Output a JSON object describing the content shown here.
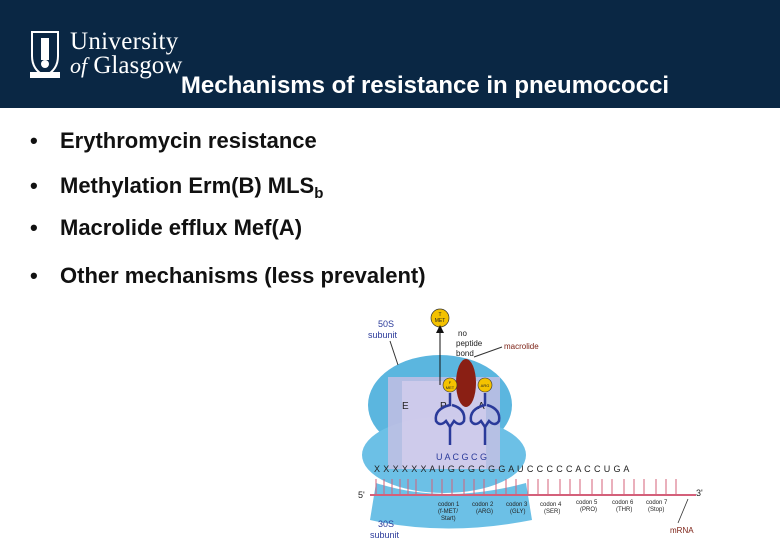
{
  "header": {
    "logo_line1": "University",
    "logo_of": "of",
    "logo_line2": "Glasgow",
    "title": "Mechanisms of resistance in pneumococci",
    "background_color": "#0a2744"
  },
  "bullets": [
    {
      "text": "Erythromycin resistance"
    },
    {
      "text": "Methylation Erm(B) MLS",
      "subscript": "b"
    },
    {
      "text": "Macrolide efflux Mef(A)"
    },
    {
      "text": "Other mechanisms (less prevalent)"
    }
  ],
  "bullet_symbol": "•",
  "diagram": {
    "subunit_50s": [
      "50S",
      "subunit"
    ],
    "subunit_30s": [
      "30S",
      "subunit"
    ],
    "tmet": [
      "T",
      "MET"
    ],
    "fmet": [
      "F",
      "MET"
    ],
    "arg": "ARG",
    "no_bond": [
      "no",
      "peptide",
      "bond"
    ],
    "macrolide": "macrolide",
    "site_e": "E",
    "site_p": "P",
    "site_a": "A",
    "anticodon": "U A C  G C G",
    "mrna_sequence": "X X X X X X  A U G  C G C  G G A  U C C C C C  A C C  U G A",
    "five_prime": "5'",
    "three_prime": "3'",
    "mrna_label": "mRNA",
    "codons": [
      {
        "label": "codon 1",
        "aa": "(f-MET/",
        "extra": "Start)"
      },
      {
        "label": "codon 2",
        "aa": "(ARG)",
        "extra": ""
      },
      {
        "label": "codon 3",
        "aa": "(GLY)",
        "extra": ""
      },
      {
        "label": "codon 4",
        "aa": "(SER)",
        "extra": ""
      },
      {
        "label": "codon 5",
        "aa": "(PRO)",
        "extra": ""
      },
      {
        "label": "codon 6",
        "aa": "(THR)",
        "extra": ""
      },
      {
        "label": "codon 7",
        "aa": "(Stop)",
        "extra": ""
      }
    ]
  }
}
